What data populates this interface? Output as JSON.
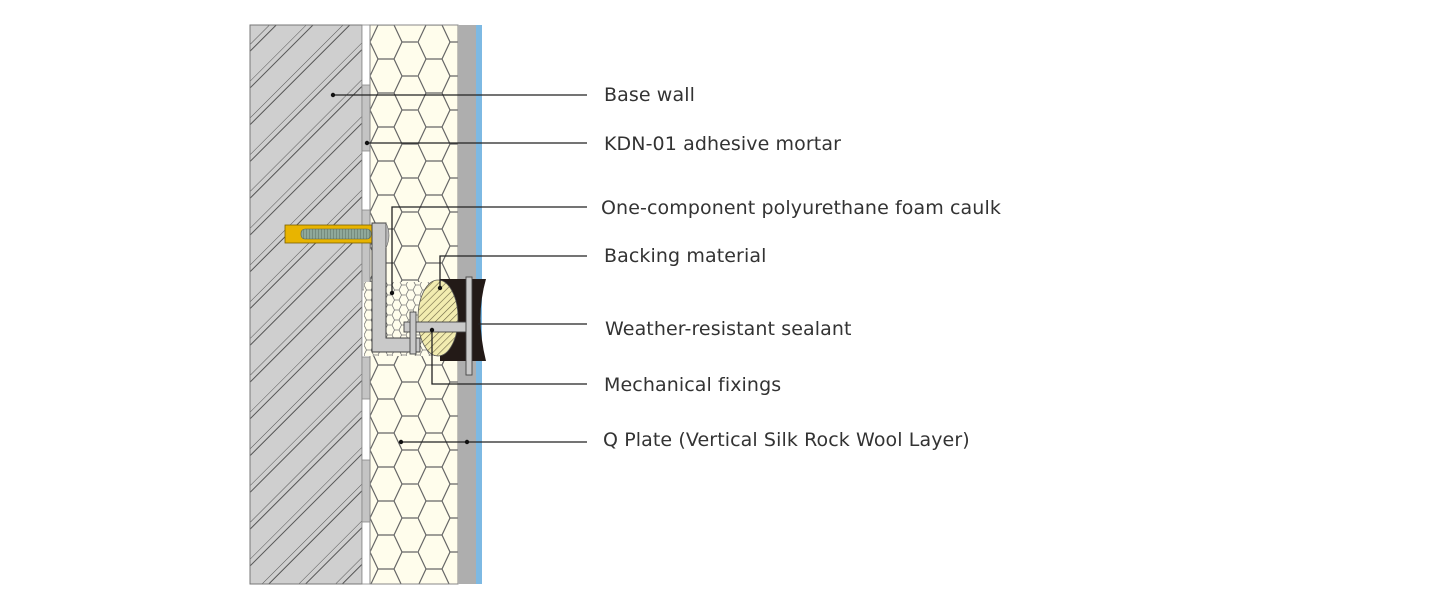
{
  "diagram": {
    "title": "",
    "type": "wall-section-detail",
    "colors": {
      "base_wall": "#cfcfcf",
      "hatch": "#555555",
      "adhesive_gray": "#c4c4c4",
      "adhesive_white": "#ffffff",
      "rock_wool": "#fffdec",
      "hex_stroke": "#666666",
      "plaster": "#aeaeae",
      "finish": "#7db9e3",
      "anchor": "#e8b400",
      "thread": "#8fa89a",
      "bracket": "#c9c9c9",
      "backing": "#f2ecb0",
      "sealant": "#231a17",
      "leader": "#222222",
      "label_text": "#333333"
    },
    "labels": [
      {
        "id": "base-wall",
        "text": "Base wall"
      },
      {
        "id": "adhesive-mortar",
        "text": "KDN-01 adhesive mortar"
      },
      {
        "id": "foam-caulk",
        "text": "One-component polyurethane foam caulk"
      },
      {
        "id": "backing-material",
        "text": "Backing material"
      },
      {
        "id": "sealant",
        "text": "Weather-resistant sealant"
      },
      {
        "id": "mechanical-fixings",
        "text": "Mechanical fixings"
      },
      {
        "id": "q-plate",
        "text": "Q Plate (Vertical Silk Rock Wool Layer)"
      }
    ]
  }
}
